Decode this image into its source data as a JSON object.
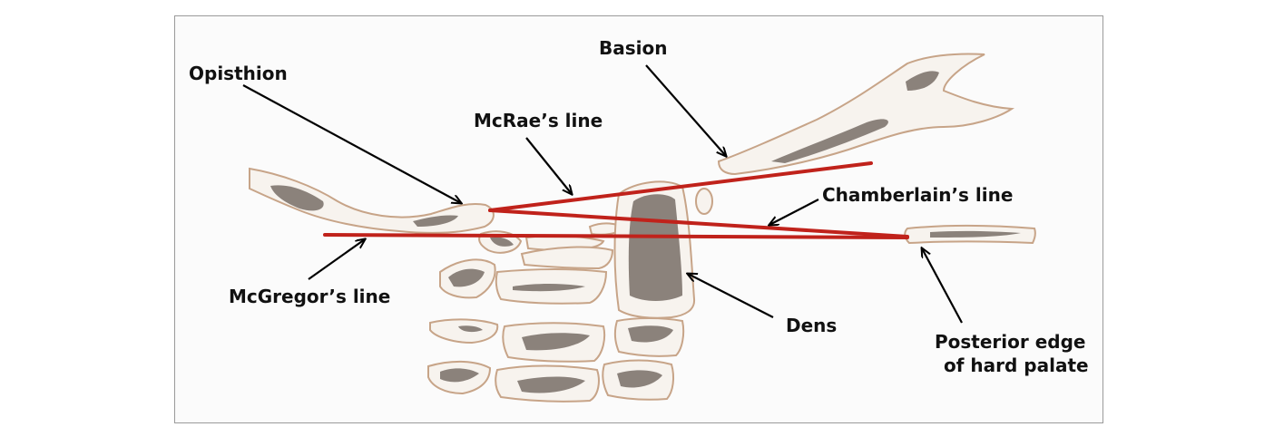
{
  "labels": {
    "basion": "Basion",
    "opisthion": "Opisthion",
    "mcrae": "McRae’s line",
    "chamberlain": "Chamberlain’s line",
    "mcgregor": "McGregor’s line",
    "dens": "Dens",
    "palate_line1": "Posterior edge",
    "palate_line2": "of hard palate"
  },
  "colors": {
    "reference_line": "#c0221b",
    "bone_outline": "#c7a488",
    "text": "#111111",
    "frame": "#9a9a9a"
  }
}
